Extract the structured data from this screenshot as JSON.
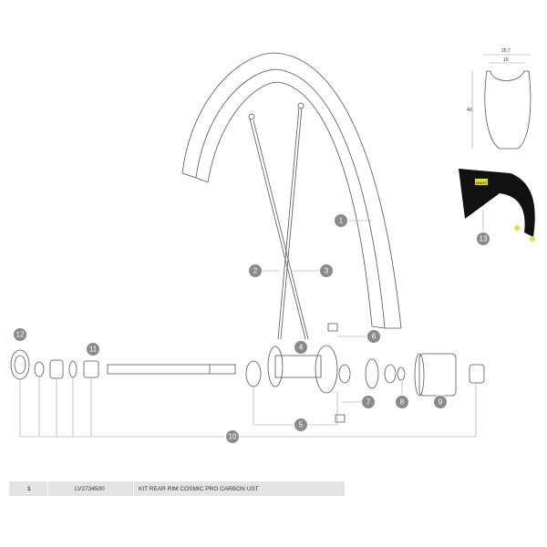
{
  "diagram": {
    "callouts": [
      "1",
      "2",
      "3",
      "4",
      "5",
      "6",
      "7",
      "8",
      "9",
      "10",
      "11",
      "12",
      "13"
    ],
    "rim_profile": {
      "outer_width": "25.7",
      "inner_width": "19",
      "height": "40"
    },
    "tire_brand_label": "MAVIC"
  },
  "parts_table": {
    "rows": [
      {
        "number": "1",
        "reference": "LV2734500",
        "description": "KIT REAR RIM COSMIC PRO CARBON UST"
      }
    ]
  }
}
